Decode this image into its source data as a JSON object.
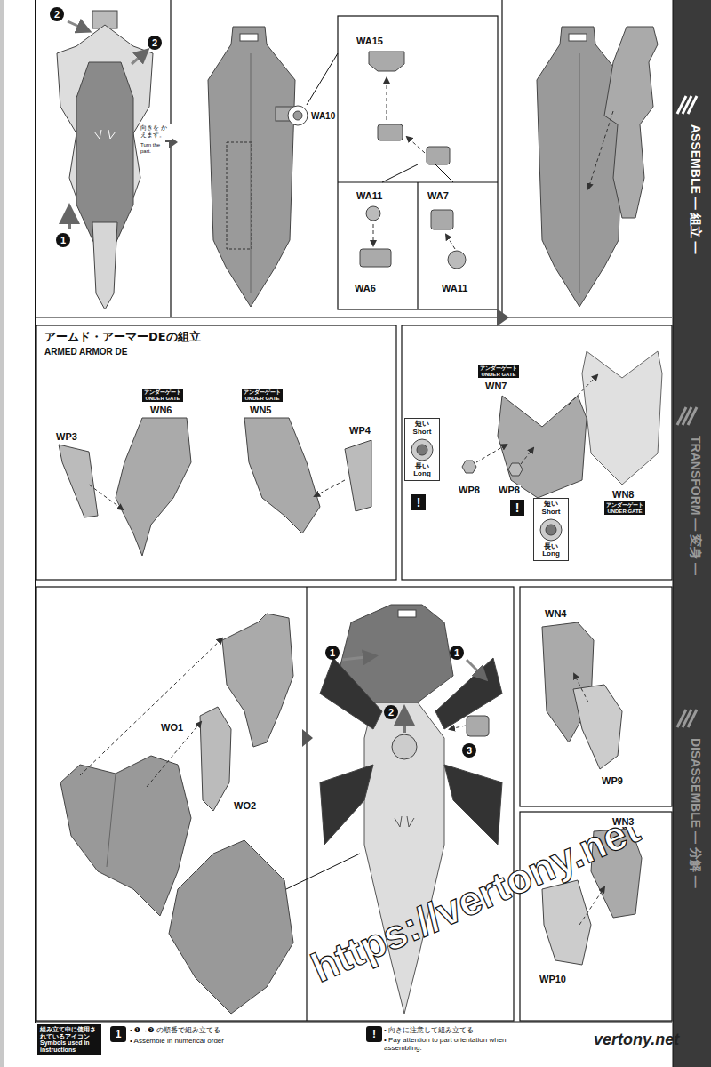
{
  "diagram": {
    "title": "アームド・アーマーDEの組立",
    "nodes": [
      {
        "text": [
          "ASSEMBLE — 組立 —",
          "TRANSFORM — 変身 —",
          "DISASSEMBLE — 分解 —"
        ]
      },
      {
        "text": [
          "アンダーゲート",
          "UNDER GATE"
        ]
      },
      {
        "text": [
          "アンダーゲート",
          "UNDER GATE"
        ]
      },
      {
        "text": [
          "アンダーゲート",
          "UNDER GATE"
        ]
      },
      {
        "text": [
          "短い Short",
          "長い Long"
        ]
      },
      {
        "text": [
          "!"
        ]
      },
      {
        "text": [
          "!"
        ]
      },
      {
        "text": [
          "短い Short",
          "長い Long"
        ]
      },
      {
        "text": [
          "アンダーゲート",
          "UNDER GATE"
        ]
      },
      {
        "text": [
          "組み立て中に使用されているアイコン",
          "Symbols used in instructions"
        ]
      },
      {
        "text": [
          "1"
        ]
      },
      {
        "text": [
          "!"
        ]
      }
    ],
    "labels": [
      "2",
      "2",
      "1",
      "向きを かえます。",
      "Turn the part.",
      "WA10",
      "WA15",
      "WA11",
      "WA7",
      "WA6",
      "WA11",
      "ARMED ARMOR DE",
      "WP3",
      "WN6",
      "WN5",
      "WP4",
      "WN7",
      "WP8",
      "WP8",
      "WN8",
      "WO1",
      "WO2",
      "1",
      "1",
      "2",
      "3",
      "WN4",
      "WP9",
      "WN3",
      "WP10",
      "https://vertony.net",
      "vertony.net",
      "• ❶→❷ の順番で組み立てる",
      "• Assemble in numerical order",
      "• 向きに注意して組み立てる",
      "• Pay attention to part orientation when assembling."
    ]
  }
}
